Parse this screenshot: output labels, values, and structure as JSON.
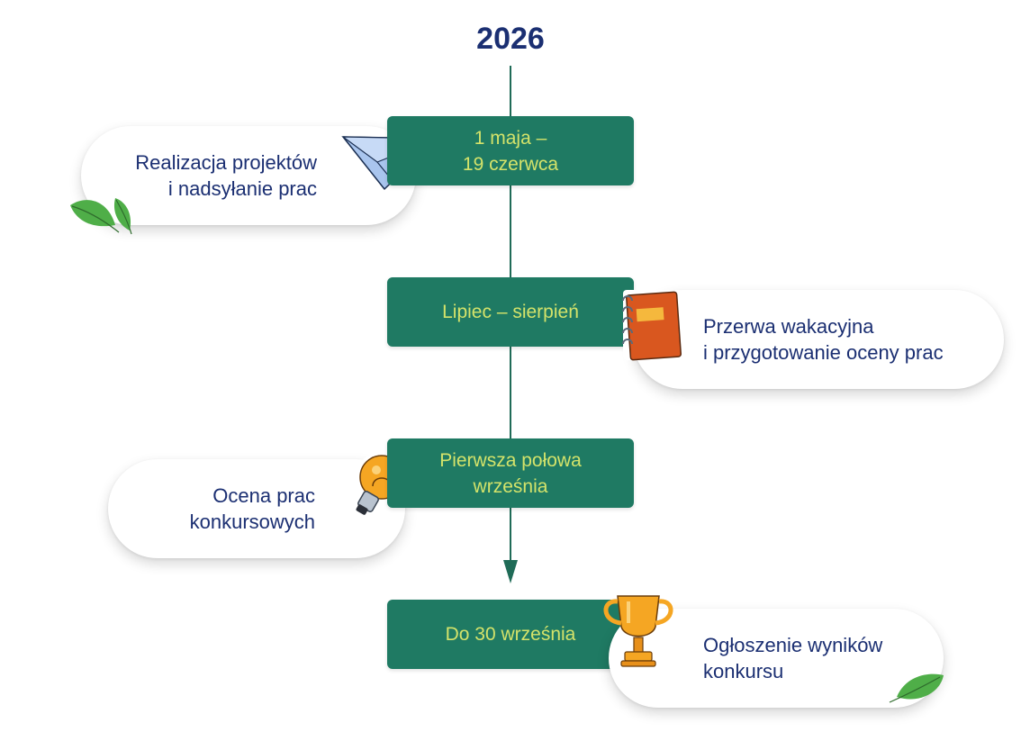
{
  "year": "2026",
  "steps": [
    {
      "date": [
        "1 maja –",
        "19 czerwca"
      ],
      "description": [
        "Realizacja projektów",
        "i nadsyłanie prac"
      ],
      "icon": "paper-plane-icon"
    },
    {
      "date": [
        "Lipiec – sierpień"
      ],
      "description": [
        "Przerwa wakacyjna",
        "i przygotowanie oceny prac"
      ],
      "icon": "notebook-icon"
    },
    {
      "date": [
        "Pierwsza połowa",
        "września"
      ],
      "description": [
        "Ocena prac",
        "konkursowych"
      ],
      "icon": "lightbulb-icon"
    },
    {
      "date": [
        "Do 30 września"
      ],
      "description": [
        "Ogłoszenie wyników",
        "konkursu"
      ],
      "icon": "trophy-icon"
    }
  ],
  "colors": {
    "date_box_bg": "#1f7a63",
    "date_box_text": "#d4e36a",
    "navy_text": "#1b2f72",
    "line": "#1f6b57",
    "leaf": "#4fae48"
  }
}
